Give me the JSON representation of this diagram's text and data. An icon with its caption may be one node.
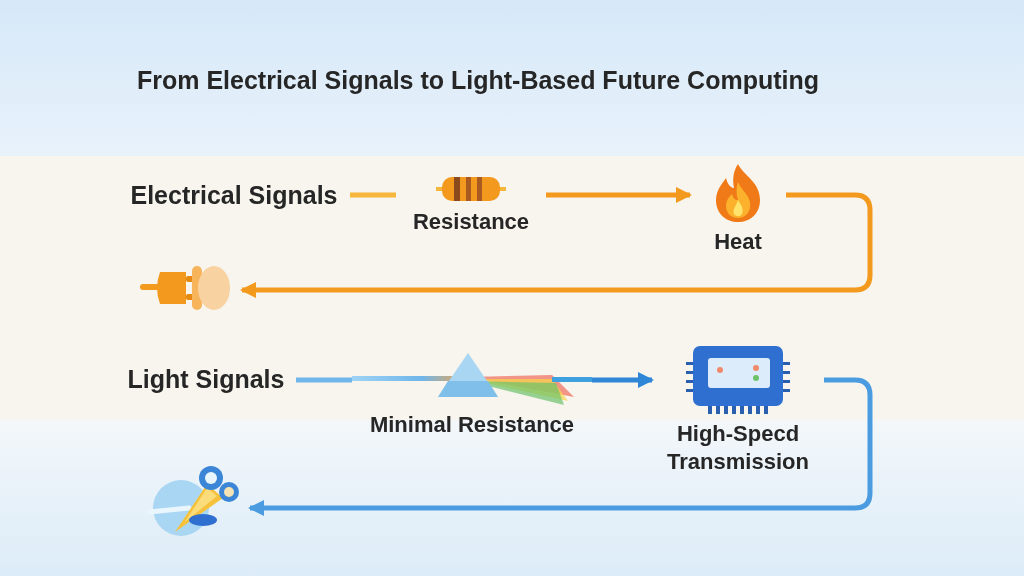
{
  "diagram": {
    "title": "From Electrical Signals to Light-Based Future Computing",
    "nodes": [
      {
        "text": [
          "Electrical Signals"
        ]
      },
      {
        "text": [
          "Resistance"
        ]
      },
      {
        "text": [
          "Heat"
        ]
      },
      {
        "text": [],
        "shape": "picture"
      },
      {
        "text": [
          "Light Signals"
        ]
      },
      {
        "text": [
          "Minimal Resistance"
        ]
      },
      {
        "text": [
          "High-Specd Transmission"
        ]
      },
      {
        "text": [],
        "shape": "picture"
      }
    ],
    "edges": [
      {
        "from": 0,
        "to": 1,
        "arrow": "none",
        "color": "#f6b73c"
      },
      {
        "from": 1,
        "to": 2,
        "arrow": "to",
        "color": "#f39a1e"
      },
      {
        "from": 2,
        "to": 3,
        "arrow": "to",
        "color": "#f39a1e"
      },
      {
        "from": 4,
        "to": 5,
        "arrow": "none",
        "color": "#6fb6ea"
      },
      {
        "from": 5,
        "to": 6,
        "arrow": "to",
        "color": "#2f86d6"
      },
      {
        "from": 6,
        "to": 7,
        "arrow": "to",
        "color": "#4a9be0"
      }
    ]
  }
}
